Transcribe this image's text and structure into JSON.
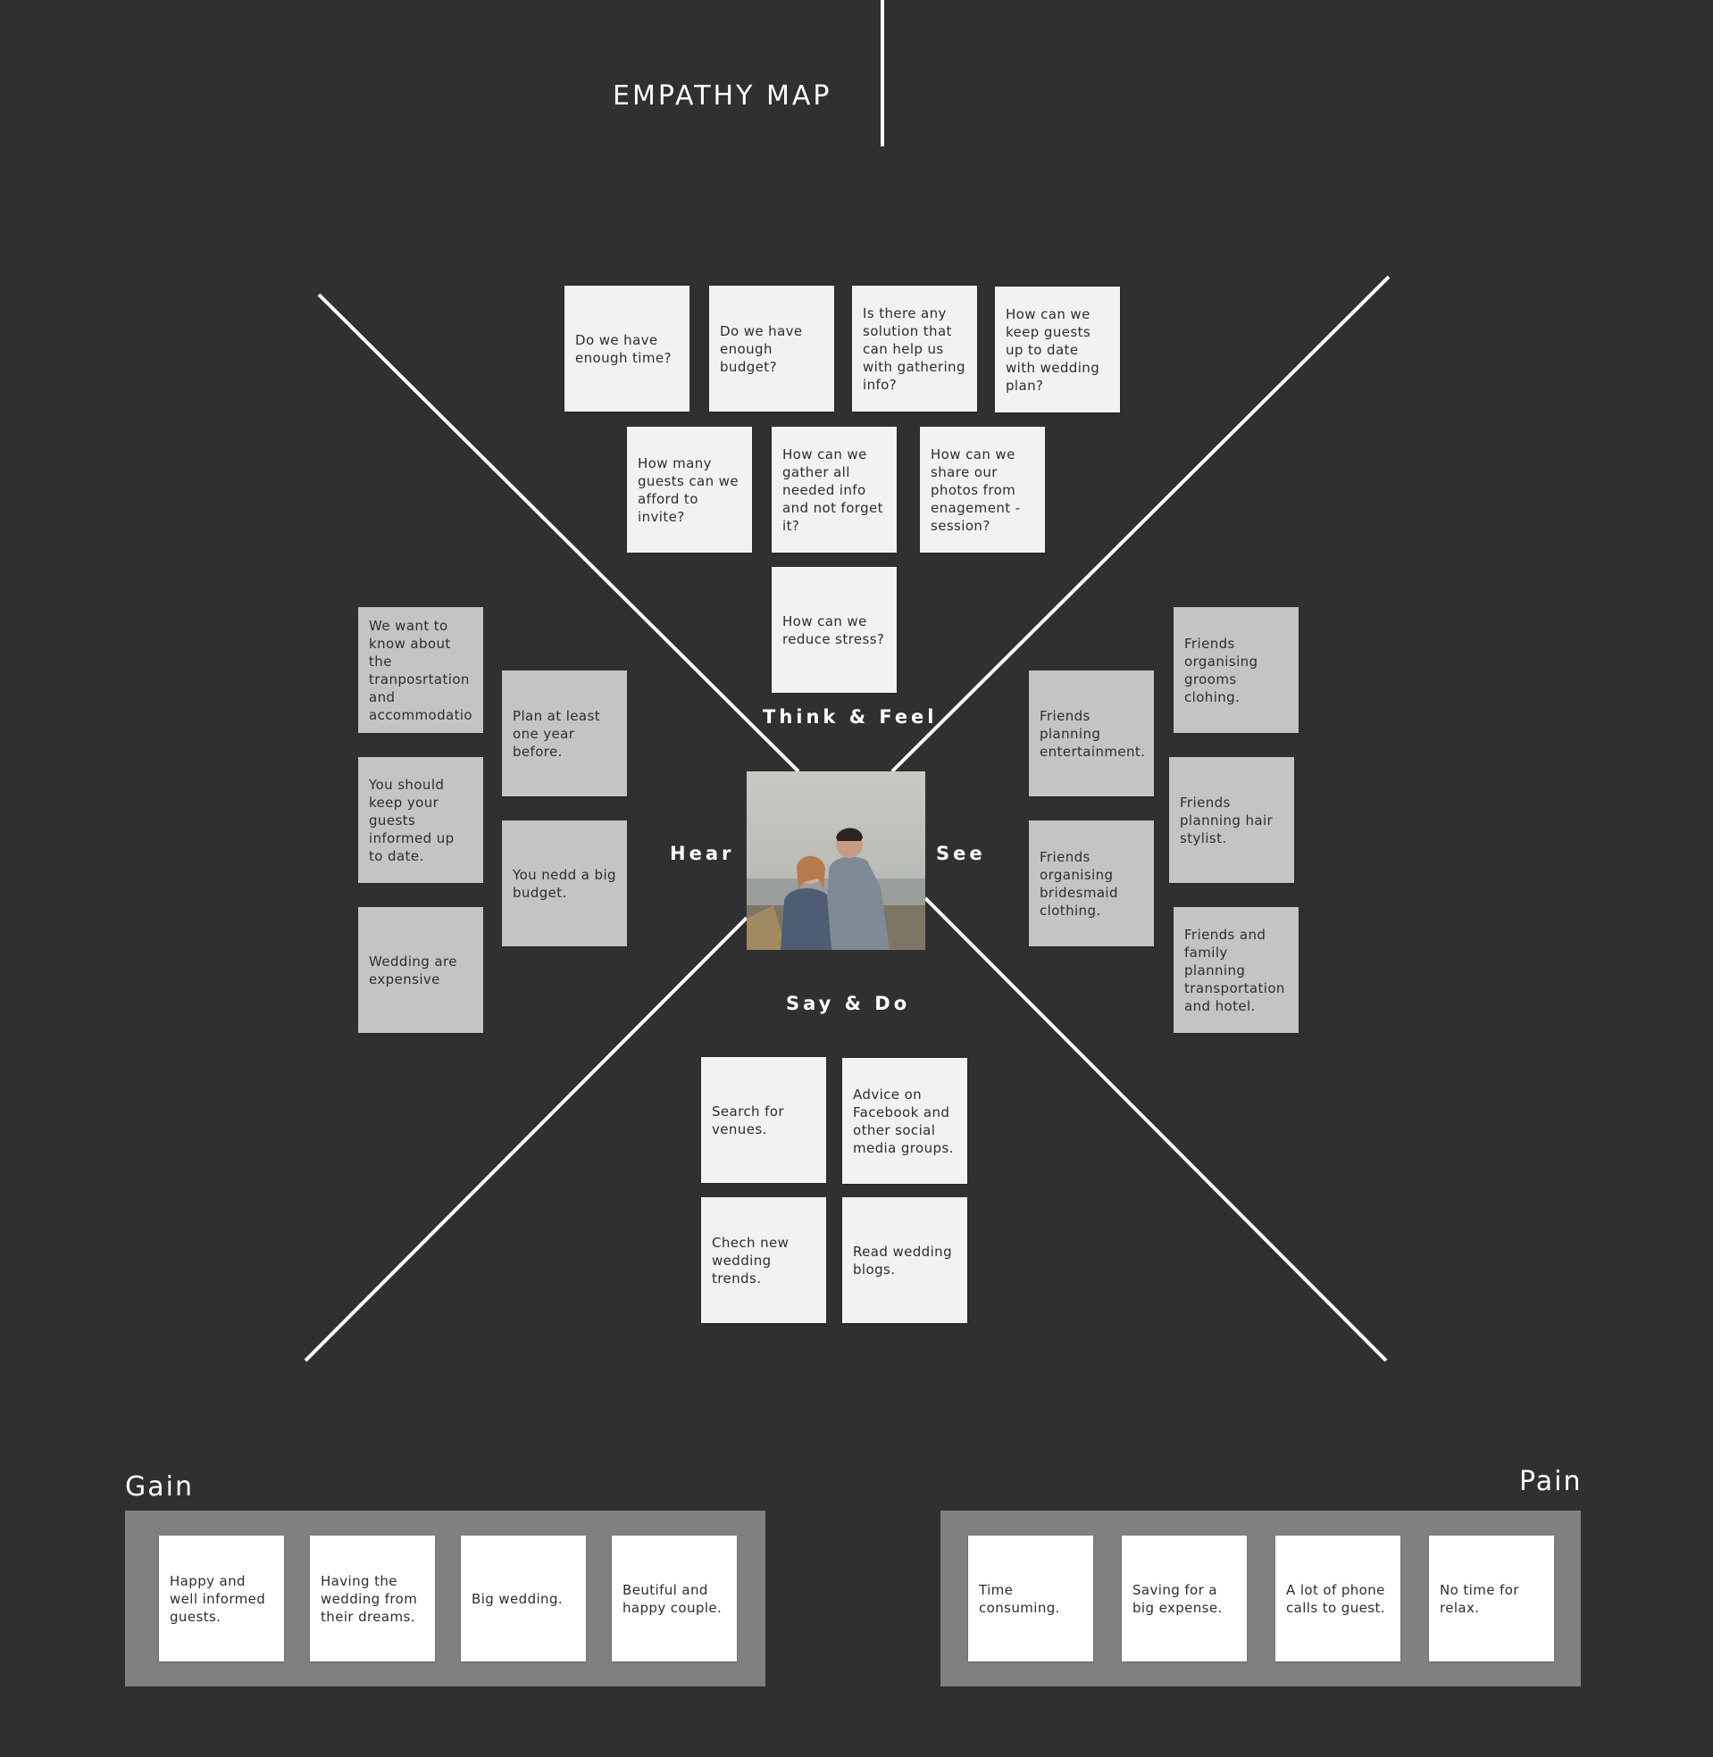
{
  "title": "EMPATHY MAP",
  "quadrants": {
    "think_feel": "Think & Feel",
    "hear": "Hear",
    "see": "See",
    "say_do": "Say & Do"
  },
  "think_feel_notes": [
    "Do we have enough time?",
    "Do we have enough budget?",
    "Is there any solution that can help us with gathering info?",
    "How can we keep guests up to date with wedding plan?",
    "How many guests can we afford to invite?",
    "How can we gather all needed info and not forget it?",
    "How can we share our photos from enagement - session?",
    "How can we reduce stress?"
  ],
  "hear_notes": [
    "We want to know about the tranposrtation and accommodatio",
    "Plan at least one year before.",
    "You should keep your guests informed up to date.",
    "You nedd a big budget.",
    "Wedding are expensive"
  ],
  "see_notes": [
    "Friends organising grooms clohing.",
    "Friends planning entertainment.",
    "Friends planning hair stylist.",
    "Friends organising bridesmaid clothing.",
    "Friends and family planning transportation and hotel."
  ],
  "say_do_notes": [
    "Search for venues.",
    "Advice on Facebook and other social media groups.",
    "Chech new wedding trends.",
    "Read wedding blogs."
  ],
  "gain": {
    "label": "Gain",
    "notes": [
      "Happy and well informed guests.",
      "Having the wedding from their dreams.",
      "Big wedding.",
      "Beutiful and happy couple."
    ]
  },
  "pain": {
    "label": "Pain",
    "notes": [
      "Time consuming.",
      "Saving for a big expense.",
      "A lot of phone calls to guest.",
      "No time for relax."
    ]
  },
  "colors": {
    "background": "#303030",
    "line": "#ffffff",
    "note_light": "#f2f2f2",
    "note_gray": "#c4c4c4",
    "panel": "#808080"
  },
  "photo": "couple-portrait"
}
